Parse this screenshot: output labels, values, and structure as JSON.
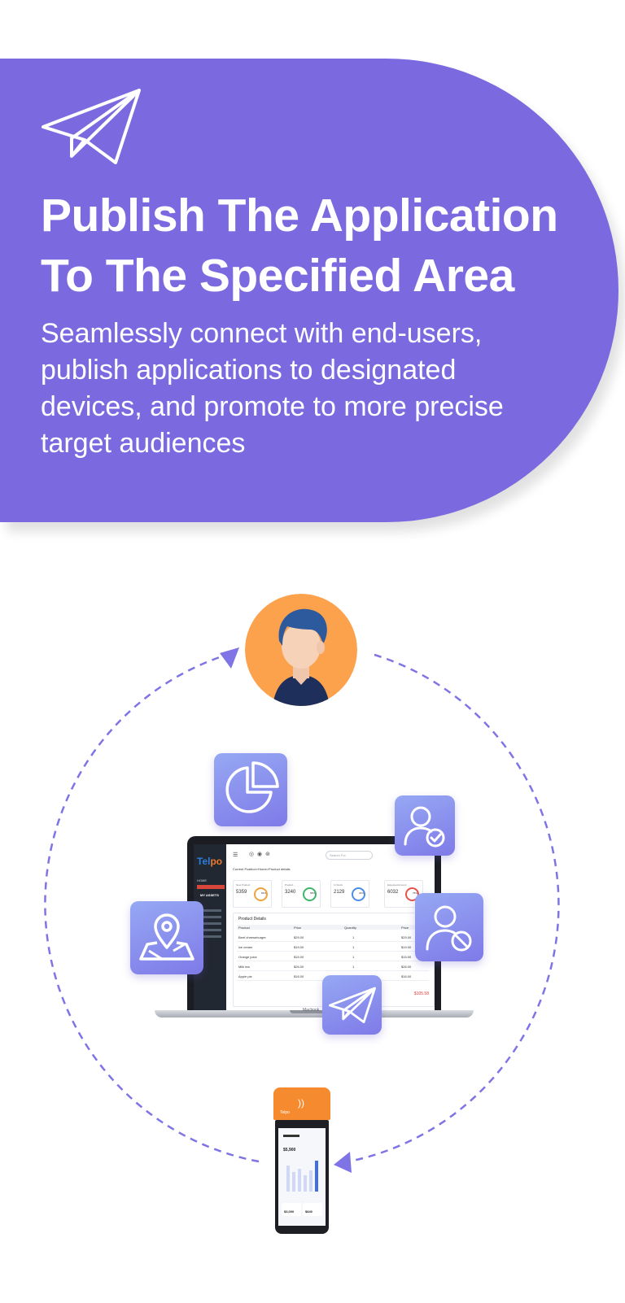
{
  "hero": {
    "icon": "paper-plane-icon",
    "title_line1": "Publish The Application",
    "title_line2": "To The Specified Area",
    "desc_line1": "Seamlessly connect with end-users,",
    "desc_line2": "publish applications to designated",
    "desc_line3": "devices, and promote to more precise",
    "desc_line4": "target audiences",
    "background": "#7b69e0"
  },
  "diagram": {
    "nodes": [
      "user-avatar",
      "admin-laptop",
      "pos-terminal"
    ],
    "floating_icons": [
      "pie-chart-icon",
      "user-check-icon",
      "location-map-icon",
      "user-blocked-icon",
      "paper-plane-icon"
    ],
    "accent": "#7f74e6",
    "avatar_bg": "#fca24c"
  },
  "laptop": {
    "logo_main": "Tel",
    "logo_accent": "po",
    "search_placeholder": "Search For",
    "breadcrumb": "Current Position>Home>Product details",
    "brand": "Macbook",
    "menu": {
      "home": "HOME",
      "assets": "MY ASSETS"
    },
    "cards": [
      {
        "label": "New Product",
        "value": "5359",
        "percent": "66%"
      },
      {
        "label": "Product",
        "value": "3240",
        "percent": "58%"
      },
      {
        "label": "In Stock",
        "value": "2129",
        "percent": "40%"
      },
      {
        "label": "Expected Amount",
        "value": "6032",
        "percent": "75%"
      }
    ],
    "panel_title": "Product Details",
    "columns": [
      "Product",
      "Price",
      "Quantity",
      "Price"
    ],
    "rows": [
      [
        "Beef cheeseburger",
        "$29.00",
        "1",
        "$29.00"
      ],
      [
        "ice cream",
        "$19.00",
        "1",
        "$19.00"
      ],
      [
        "Orange juice",
        "$15.00",
        "1",
        "$15.00"
      ],
      [
        "Milk tea",
        "$26.00",
        "1",
        "$26.00"
      ],
      [
        "Apple pie",
        "$16.00",
        "1",
        "$16.00"
      ]
    ],
    "total": "$105.58"
  },
  "pos": {
    "brand": "Telpo",
    "balance": "$5,900",
    "stat1": "$3,000",
    "stat2": "$840"
  }
}
